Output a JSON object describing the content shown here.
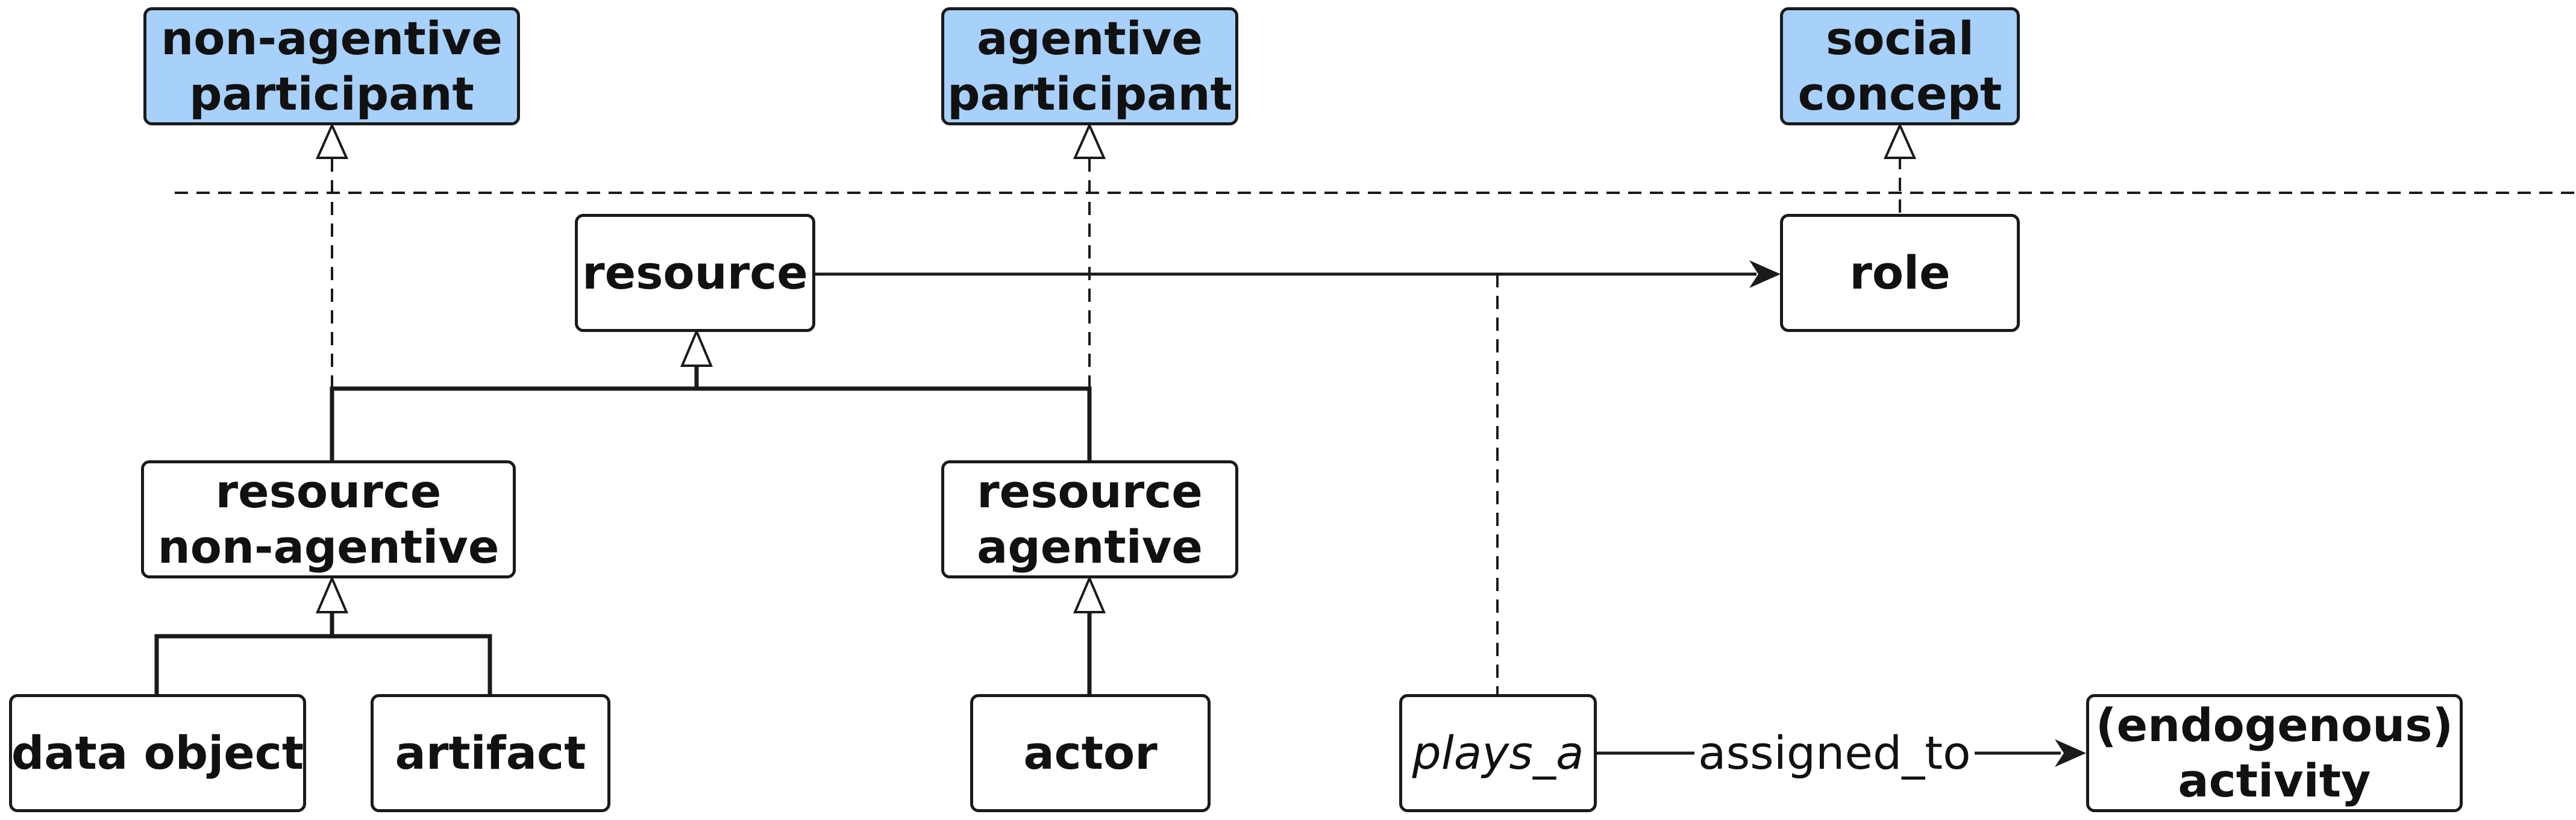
{
  "upper_ontology": {
    "non_agentive_participant": [
      "non-agentive",
      "participant"
    ],
    "agentive_participant": [
      "agentive",
      "participant"
    ],
    "social_concept": [
      "social",
      "concept"
    ]
  },
  "classes": {
    "resource": [
      "resource"
    ],
    "role": [
      "role"
    ],
    "resource_non_agentive": [
      "resource",
      "non-agentive"
    ],
    "resource_agentive": [
      "resource",
      "agentive"
    ],
    "data_object": [
      "data object"
    ],
    "artifact": [
      "artifact"
    ],
    "actor": [
      "actor"
    ],
    "plays_a": [
      "plays_a"
    ],
    "endogenous_activity": [
      "(endogenous)",
      "activity"
    ]
  },
  "relations": {
    "assigned_to": "assigned_to"
  },
  "colors": {
    "upper_box_fill": "#a7d0fb",
    "box_fill": "#ffffff",
    "stroke": "#1a1a1a"
  }
}
